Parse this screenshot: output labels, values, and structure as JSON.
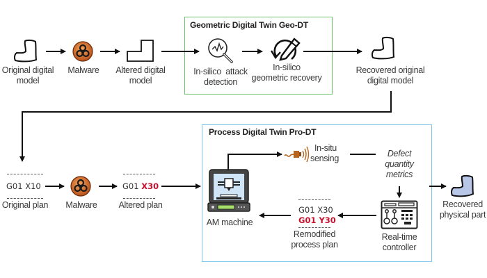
{
  "geo_dt": {
    "title": "Geometric Digital Twin Geo-DT",
    "border_color": "#6abf69",
    "detection": {
      "icon": "magnifier-waveform-icon",
      "label_line1": "In-silico  attack",
      "label_line2": "detection"
    },
    "recovery": {
      "icon": "refresh-pencil-icon",
      "label_line1": "In-silico",
      "label_line2": "geometric recovery"
    }
  },
  "top_row": {
    "original": {
      "icon": "l-shape-outline-icon",
      "label_line1": "Original digital",
      "label_line2": "model"
    },
    "malware": {
      "icon": "biohazard-icon",
      "label": "Malware"
    },
    "altered": {
      "icon": "l-shape-altered-icon",
      "label_line1": "Altered digital",
      "label_line2": "model"
    },
    "recovered": {
      "icon": "l-shape-outline-icon",
      "label_line1": "Recovered original",
      "label_line2": "digital model"
    }
  },
  "bottom_row": {
    "original_plan": {
      "code": "G01 X10",
      "label": "Original plan"
    },
    "malware": {
      "icon": "biohazard-icon",
      "label": "Malware"
    },
    "altered_plan": {
      "code_prefix": "G01",
      "code_altered": "X30",
      "label": "Altered plan"
    },
    "recovered_part": {
      "icon": "l-shape-filled-icon",
      "label_line1": "Recovered",
      "label_line2": "physical part",
      "fill_color": "#b8c6e8"
    }
  },
  "pro_dt": {
    "title": "Process Digital Twin Pro-DT",
    "border_color": "#7cc6ea",
    "am_machine": {
      "icon": "3d-printer-icon",
      "label": "AM machine"
    },
    "sensing": {
      "icon": "sensor-waves-icon",
      "label_line1": "In-situ",
      "label_line2": "sensing"
    },
    "metrics": {
      "label_line1": "Defect",
      "label_line2": "quantity",
      "label_line3": "metrics"
    },
    "controller": {
      "icon": "control-panel-icon",
      "label_line1": "Real-time",
      "label_line2": "controller"
    },
    "remodified": {
      "code_line1": "G01 X30",
      "code_line2": "G01 Y30",
      "label_line1": "Remodified",
      "label_line2": "process plan"
    }
  },
  "colors": {
    "malware_orange": "#e0782a",
    "alert_red": "#c8102e",
    "sensor_brown": "#b5651d"
  }
}
